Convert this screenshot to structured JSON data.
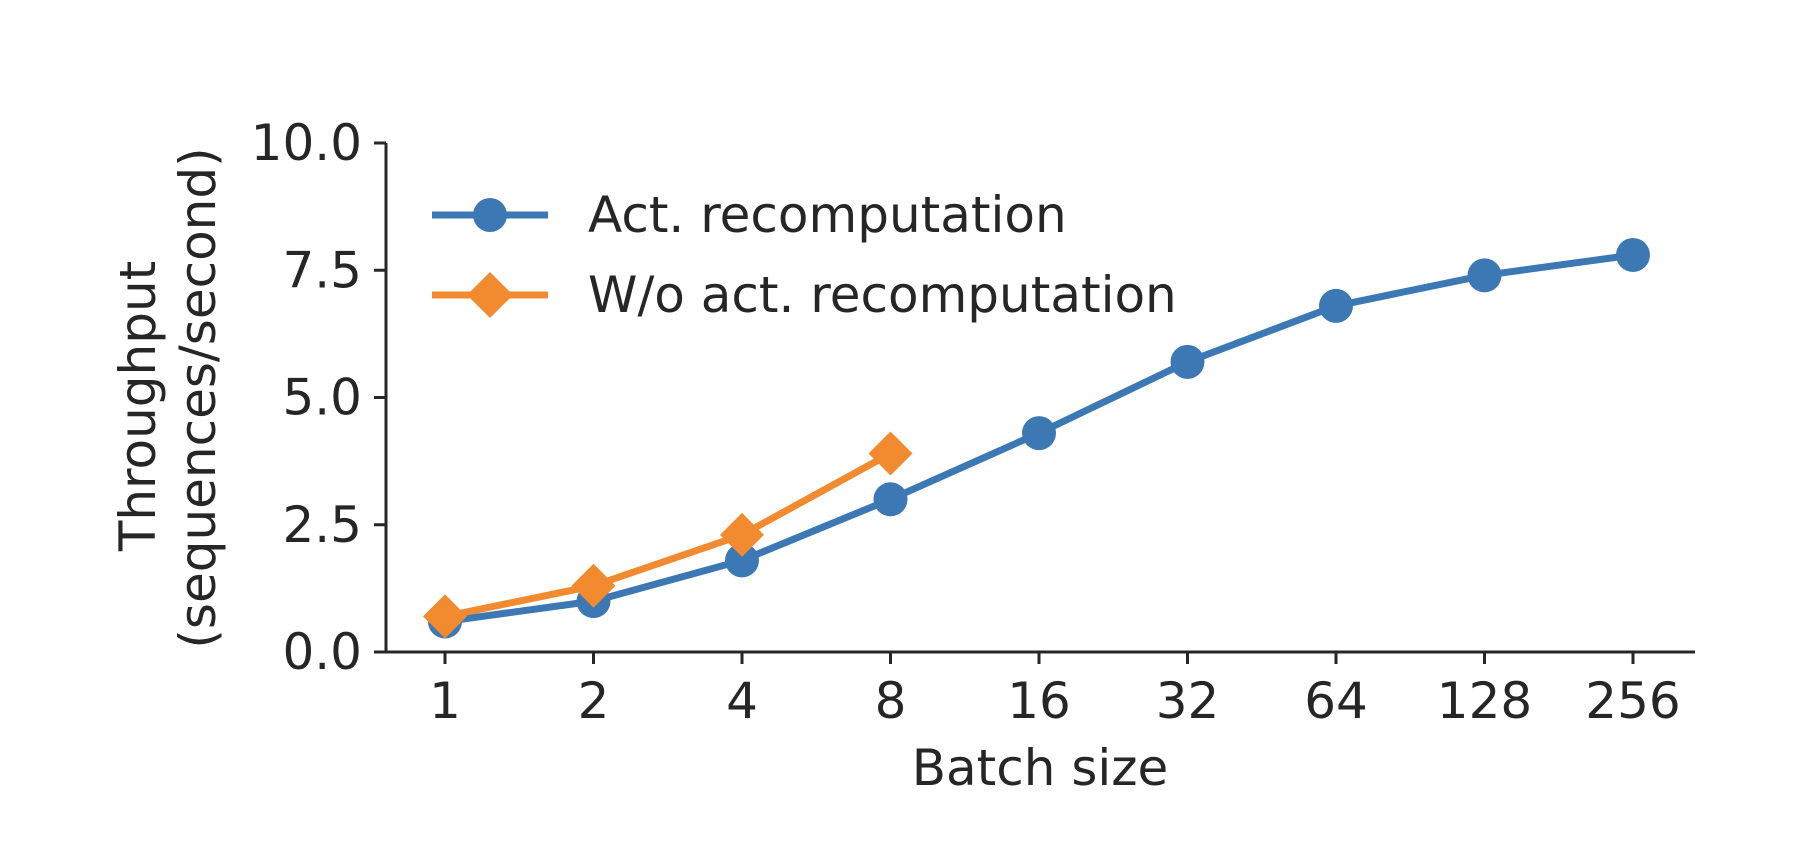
{
  "chart_data": {
    "type": "line",
    "x_scale": "log2",
    "categories": [
      "1",
      "2",
      "4",
      "8",
      "16",
      "32",
      "64",
      "128",
      "256"
    ],
    "x": [
      1,
      2,
      4,
      8,
      16,
      32,
      64,
      128,
      256
    ],
    "xlabel": "Batch size",
    "ylabel_lines": [
      "Throughput",
      "(sequences/second)"
    ],
    "ylim": [
      0,
      10
    ],
    "yticks": [
      "0.0",
      "2.5",
      "5.0",
      "7.5",
      "10.0"
    ],
    "ytick_values": [
      0,
      2.5,
      5,
      7.5,
      10
    ],
    "grid": false,
    "legend_position": "top-left",
    "series": [
      {
        "name": "Act. recomputation",
        "marker": "circle",
        "color": "#3C78B4",
        "x": [
          1,
          2,
          4,
          8,
          16,
          32,
          64,
          128,
          256
        ],
        "values": [
          0.6,
          1.0,
          1.8,
          3.0,
          4.3,
          5.7,
          6.8,
          7.4,
          7.8
        ]
      },
      {
        "name": "W/o act. recomputation",
        "marker": "diamond",
        "color": "#F28A30",
        "x": [
          1,
          2,
          4,
          8
        ],
        "values": [
          0.7,
          1.3,
          2.3,
          3.9
        ]
      }
    ]
  }
}
